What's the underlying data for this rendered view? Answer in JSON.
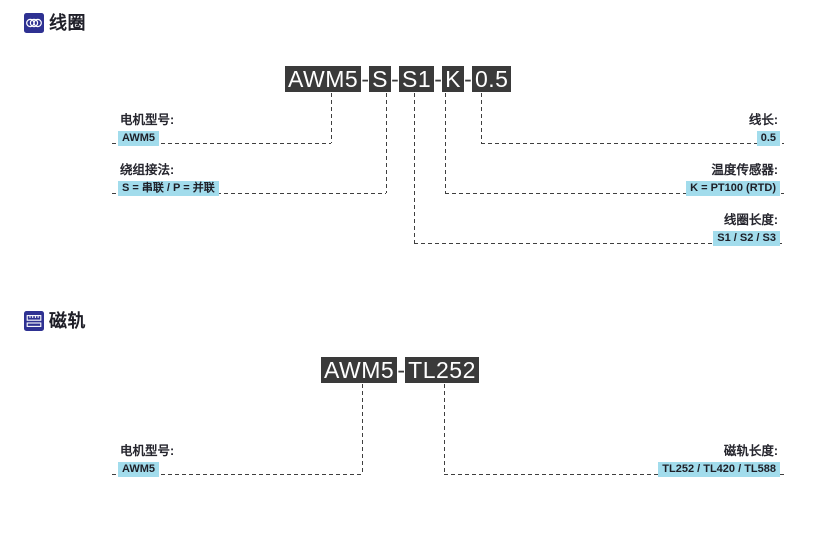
{
  "colors": {
    "accent_blue": "#2e3192",
    "code_box_bg": "#3a3a3a",
    "code_text": "#ffffff",
    "chip_bg": "#a2dcec",
    "label_text": "#26262e",
    "dashed_line": "#3f3f3f"
  },
  "coil": {
    "heading": "线圈",
    "code": {
      "parts": [
        "AWM5",
        "-",
        "S",
        "-",
        "S1",
        "-",
        "K",
        "-",
        "0.5"
      ]
    },
    "labels": {
      "motor_model": {
        "label": "电机型号:",
        "value": "AWM5"
      },
      "winding": {
        "label": "绕组接法:",
        "value": "S = 串联 / P = 并联"
      },
      "wire_length": {
        "label": "线长:",
        "value": "0.5"
      },
      "temp_sensor": {
        "label": "温度传感器:",
        "value": "K = PT100 (RTD)"
      },
      "coil_length": {
        "label": "线圈长度:",
        "value": "S1 / S2 / S3"
      }
    }
  },
  "track": {
    "heading": "磁轨",
    "code": {
      "parts": [
        "AWM5",
        "-",
        "TL252"
      ]
    },
    "labels": {
      "motor_model": {
        "label": "电机型号:",
        "value": "AWM5"
      },
      "track_length": {
        "label": "磁轨长度:",
        "value": "TL252 / TL420 / TL588"
      }
    }
  }
}
